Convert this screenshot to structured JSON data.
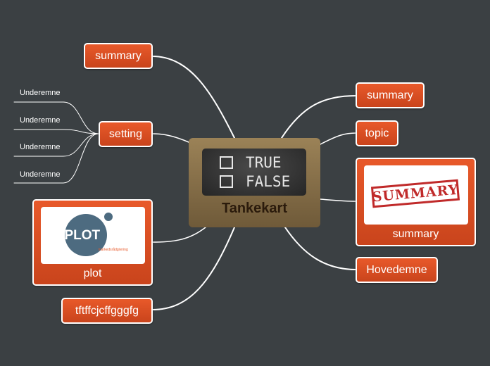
{
  "central": {
    "title": "Tankekart",
    "image_text": [
      "TRUE",
      "FALSE"
    ]
  },
  "left": {
    "summary": "summary",
    "setting": {
      "label": "setting",
      "subtopics": [
        "Underemne",
        "Underemne",
        "Underemne",
        "Underemne"
      ]
    },
    "plot": {
      "label": "plot",
      "logo_text": "PLOT",
      "logo_sub": "markedsrådgivning"
    },
    "gibberish": "tftffcjcffgggfg"
  },
  "right": {
    "summary_top": "summary",
    "topic": "topic",
    "summary_image": {
      "label": "summary",
      "stamp": "SUMMARY"
    },
    "main": "Hovedemne"
  },
  "colors": {
    "background": "#3b4043",
    "topic_fill": "#d94f22",
    "central_fill": "#8a714a",
    "line": "#ffffff"
  }
}
